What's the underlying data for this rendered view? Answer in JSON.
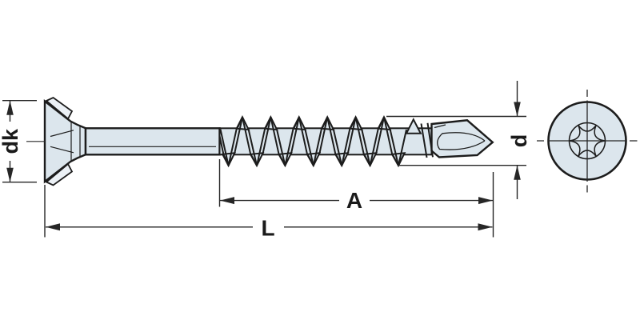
{
  "diagram": {
    "dimension_labels": {
      "head_diameter": "dk",
      "thread_diameter": "d",
      "thread_length": "A",
      "total_length": "L"
    },
    "colors": {
      "background": "#ffffff",
      "part_fill": "#dce6ed",
      "facet_fill": "#ecf1f6",
      "outline": "#1c1c1c",
      "dimension_lines": "#262626",
      "label_text": "#1a1a1a"
    }
  }
}
